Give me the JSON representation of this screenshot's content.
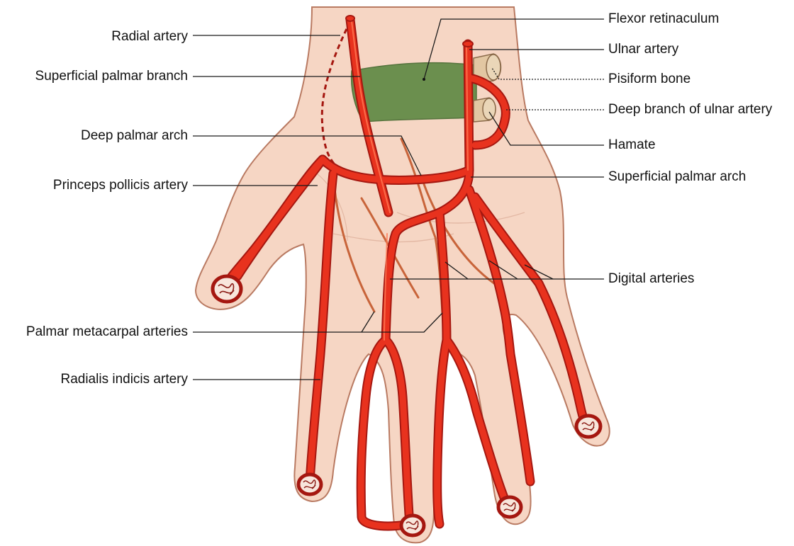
{
  "colors": {
    "skin_fill": "#f6d6c4",
    "skin_outline": "#b97a62",
    "artery": "#e8321e",
    "artery_dark": "#a51710",
    "artery_highlight": "#ff7a55",
    "retinaculum": "#6b8f4e",
    "bone": "#e2c7a2",
    "metacarpal_vessel": "#c8643a"
  },
  "labels": {
    "radial_artery": "Radial artery",
    "superficial_palmar_branch": "Superficial palmar branch",
    "deep_palmar_arch": "Deep palmar arch",
    "princeps_pollicis_artery": "Princeps pollicis artery",
    "palmar_metacarpal_arteries": "Palmar metacarpal arteries",
    "radialis_indicis_artery": "Radialis indicis artery",
    "flexor_retinaculum": "Flexor retinaculum",
    "ulnar_artery": "Ulnar artery",
    "pisiform_bone": "Pisiform bone",
    "deep_branch_of_ulnar_artery": "Deep branch of ulnar artery",
    "hamate": "Hamate",
    "superficial_palmar_arch": "Superficial palmar arch",
    "digital_arteries": "Digital arteries"
  }
}
